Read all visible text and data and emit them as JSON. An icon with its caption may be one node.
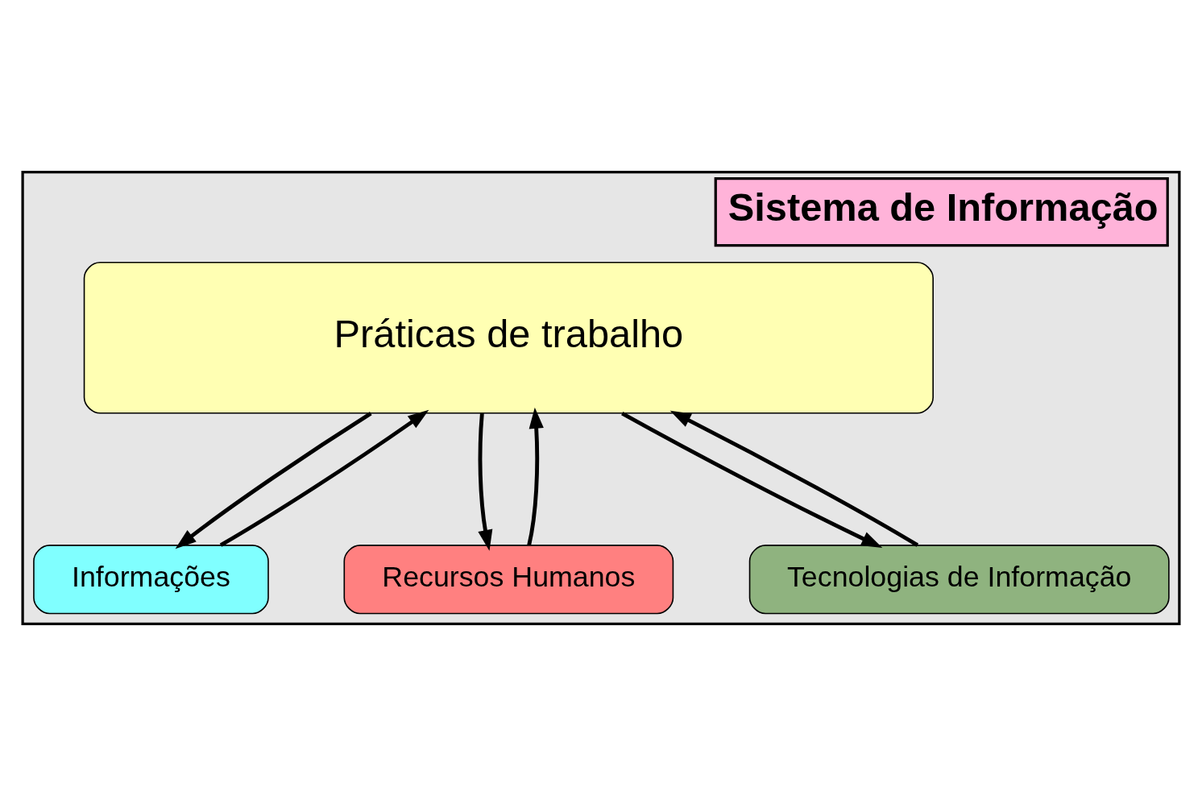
{
  "diagram": {
    "nodes": [
      {
        "text": [
          "Sistema de Informação"
        ]
      },
      {
        "text": [
          "Práticas de trabalho"
        ],
        "in": 0
      },
      {
        "text": [
          "Informações"
        ],
        "in": 0
      },
      {
        "text": [
          "Recursos Humanos"
        ],
        "in": 0
      },
      {
        "text": [
          "Tecnologias de Informação"
        ],
        "in": 0
      }
    ],
    "edges": [
      {
        "from": 1,
        "to": 2,
        "arrow": "to"
      },
      {
        "from": 2,
        "to": 1,
        "arrow": "to"
      },
      {
        "from": 1,
        "to": 3,
        "arrow": "to"
      },
      {
        "from": 3,
        "to": 1,
        "arrow": "to"
      },
      {
        "from": 1,
        "to": 4,
        "arrow": "to"
      },
      {
        "from": 4,
        "to": 1,
        "arrow": "to"
      }
    ]
  }
}
